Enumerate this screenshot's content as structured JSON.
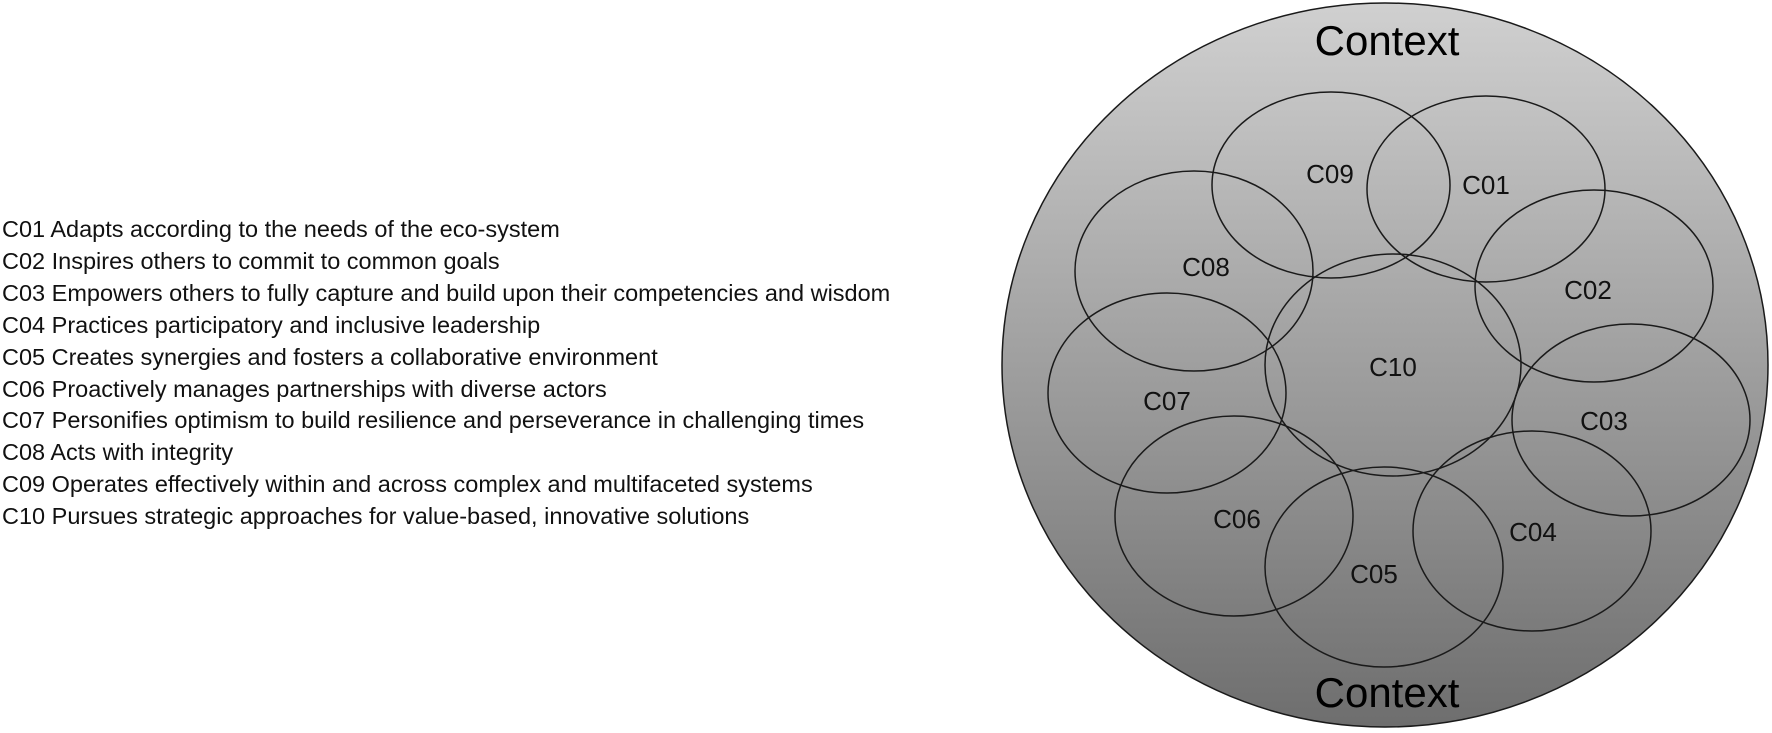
{
  "context": {
    "top_label": "Context",
    "bottom_label": "Context"
  },
  "legend": [
    {
      "code": "C01",
      "text": "C01 Adapts according to the needs of the eco-system"
    },
    {
      "code": "C02",
      "text": "C02 Inspires others to commit to common goals"
    },
    {
      "code": "C03",
      "text": "C03 Empowers others to fully capture and build upon their competencies and wisdom"
    },
    {
      "code": "C04",
      "text": "C04 Practices participatory and inclusive leadership"
    },
    {
      "code": "C05",
      "text": "C05 Creates synergies and fosters a collaborative environment"
    },
    {
      "code": "C06",
      "text": "C06 Proactively manages partnerships with diverse actors"
    },
    {
      "code": "C07",
      "text": "C07 Personifies optimism to build resilience and perseverance in challenging times"
    },
    {
      "code": "C08",
      "text": "C08 Acts with integrity"
    },
    {
      "code": "C09",
      "text": "C09 Operates effectively within and across complex and multifaceted systems"
    },
    {
      "code": "C10",
      "text": "C10 Pursues strategic approaches for value-based, innovative solutions"
    }
  ],
  "circles": [
    {
      "label": "C01"
    },
    {
      "label": "C02"
    },
    {
      "label": "C03"
    },
    {
      "label": "C04"
    },
    {
      "label": "C05"
    },
    {
      "label": "C06"
    },
    {
      "label": "C07"
    },
    {
      "label": "C08"
    },
    {
      "label": "C09"
    },
    {
      "label": "C10"
    }
  ],
  "colors": {
    "context_gradient_top": "#d0d0d0",
    "context_gradient_bottom": "#6e6e6e",
    "outline": "#1a1a1a"
  }
}
